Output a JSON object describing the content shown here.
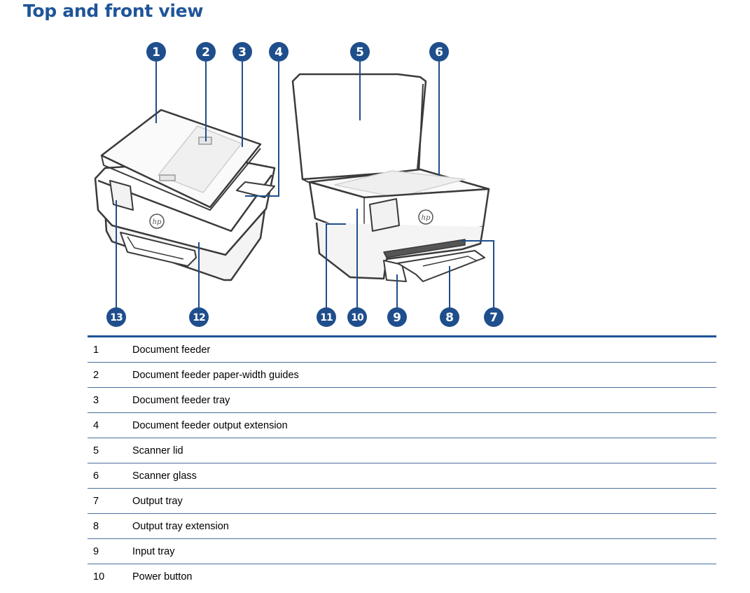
{
  "heading": "Top and front view",
  "callouts": [
    "1",
    "2",
    "3",
    "4",
    "5",
    "6",
    "7",
    "8",
    "9",
    "10",
    "11",
    "12",
    "13"
  ],
  "colors": {
    "accent": "#1f5598",
    "callout_fill": "#1f4e8c"
  },
  "parts": [
    {
      "num": "1",
      "label": "Document feeder"
    },
    {
      "num": "2",
      "label": "Document feeder paper-width guides"
    },
    {
      "num": "3",
      "label": "Document feeder tray"
    },
    {
      "num": "4",
      "label": "Document feeder output extension"
    },
    {
      "num": "5",
      "label": "Scanner lid"
    },
    {
      "num": "6",
      "label": "Scanner glass"
    },
    {
      "num": "7",
      "label": "Output tray"
    },
    {
      "num": "8",
      "label": "Output tray extension"
    },
    {
      "num": "9",
      "label": "Input tray"
    },
    {
      "num": "10",
      "label": "Power button"
    }
  ]
}
